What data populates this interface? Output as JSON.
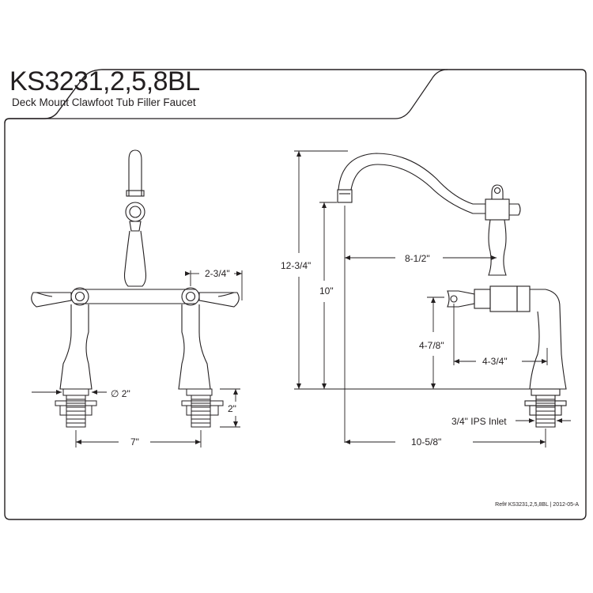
{
  "header": {
    "model": "KS3231,2,5,8BL",
    "description": "Deck Mount Clawfoot Tub Filler Faucet"
  },
  "front_view": {
    "spread": "2-3/4\"",
    "hole_diameter": "∅ 2\"",
    "shank_length": "2\"",
    "center_to_center": "7\""
  },
  "side_view": {
    "overall_height": "12-3/4\"",
    "spout_height": "10\"",
    "spout_reach": "8-1/2\"",
    "handle_height": "4-7/8\"",
    "handle_offset": "4-3/4\"",
    "inlet": "3/4\" IPS Inlet",
    "overall_depth": "10-5/8\""
  },
  "footer": {
    "reference": "Ref# KS3231,2,5,8BL | 2012-05-A"
  }
}
